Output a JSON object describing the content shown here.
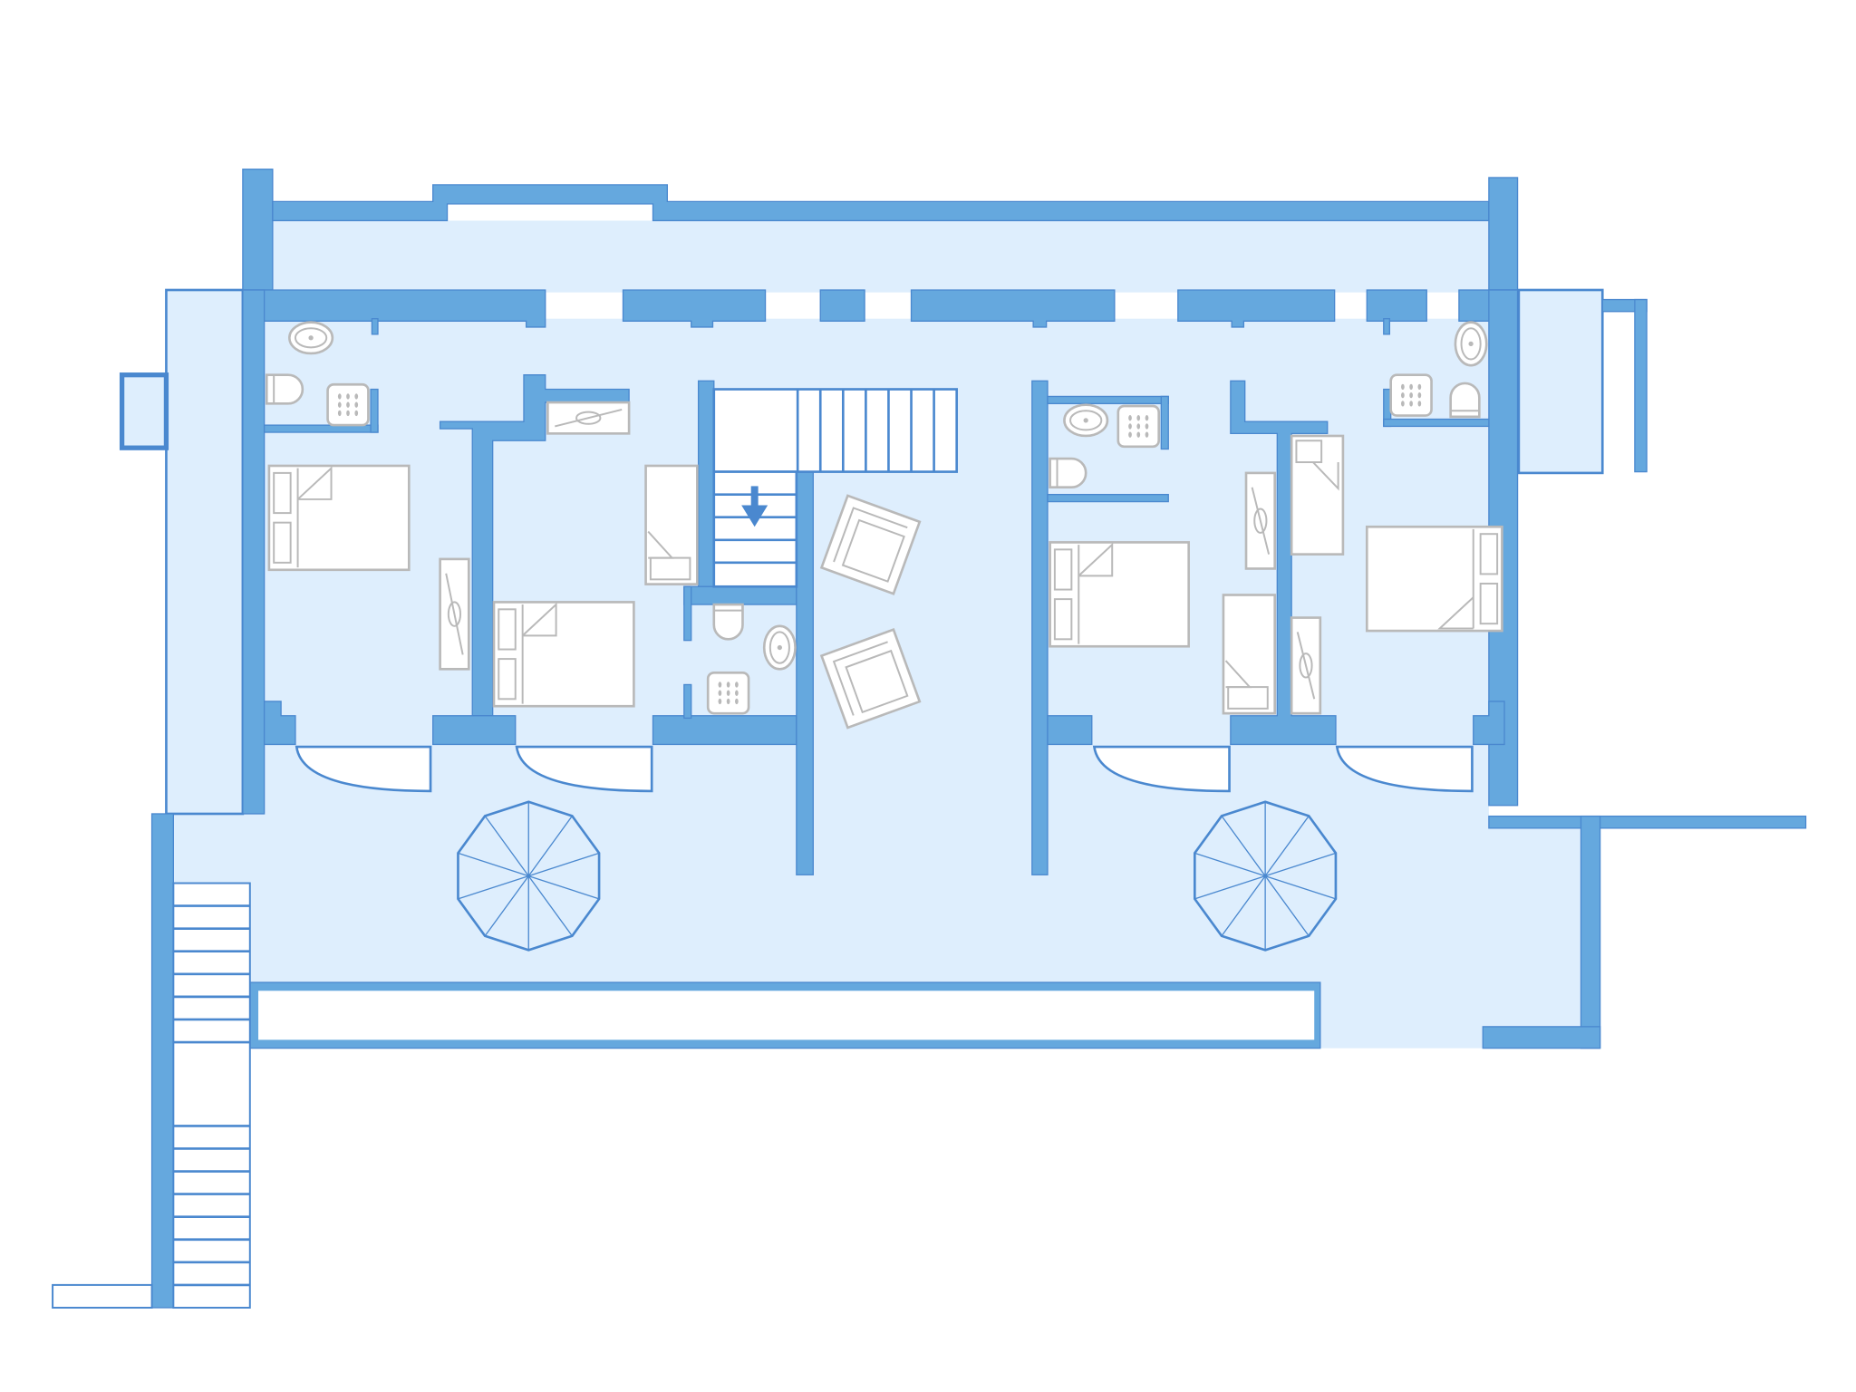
{
  "plan": {
    "type": "floor-plan",
    "colors": {
      "wall": "#65a8de",
      "wall_stroke": "#4a88cf",
      "floor": "#deeefd",
      "furniture": "#b9b9b9",
      "background": "#ffffff"
    },
    "rooms": [
      "bedroom",
      "bedroom",
      "bedroom",
      "bedroom",
      "living-area",
      "corridor",
      "terrace"
    ],
    "icons": [
      "double-bed-icon",
      "single-bed-icon",
      "wardrobe-icon",
      "toilet-icon",
      "sink-icon",
      "shower-icon",
      "armchair-icon",
      "umbrella-icon",
      "stairs-icon",
      "arrow-down-icon",
      "door-icon"
    ]
  }
}
